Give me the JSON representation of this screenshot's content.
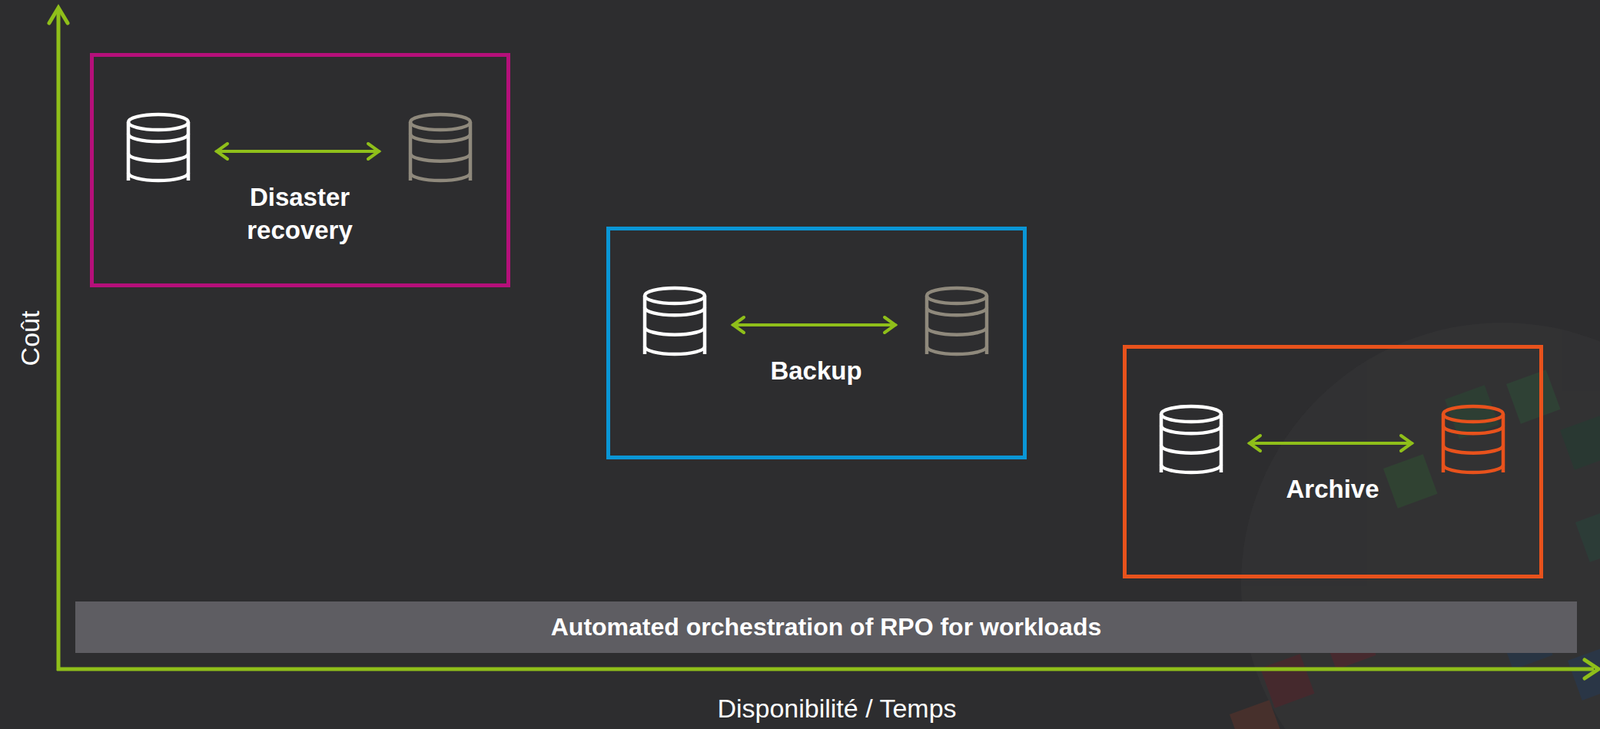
{
  "diagram": {
    "nodes": [
      {
        "text": [
          "Disaster recovery"
        ]
      },
      {
        "text": [
          "Backup"
        ]
      },
      {
        "text": [
          "Archive"
        ]
      },
      {
        "text": [
          "Automated orchestration of RPO for workloads"
        ]
      }
    ],
    "labels": [
      "Coût",
      "Disponibilité / Temps"
    ]
  }
}
